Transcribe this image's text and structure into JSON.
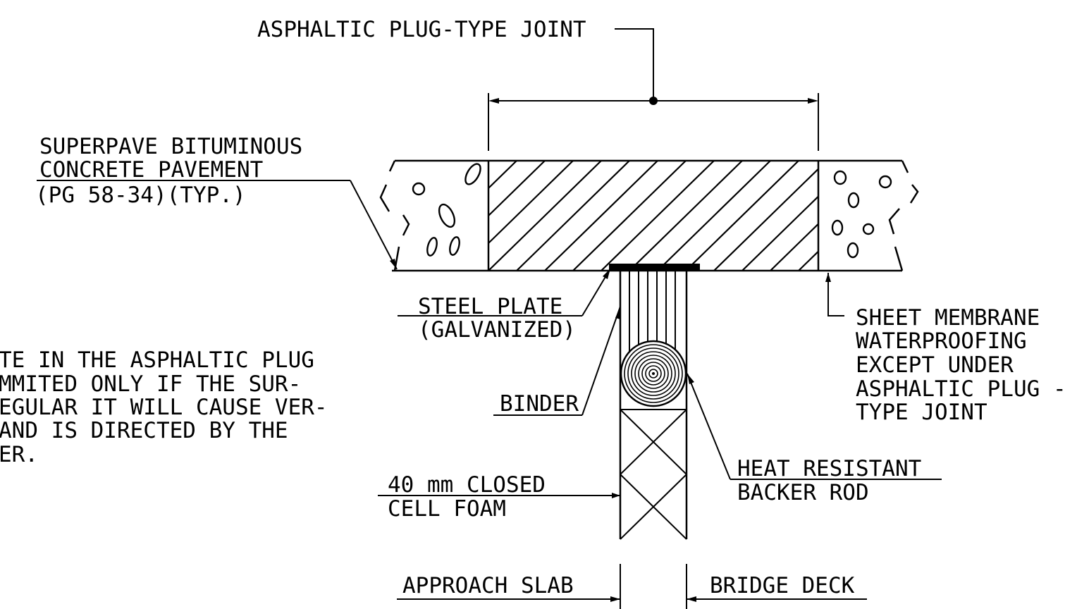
{
  "labels": {
    "joint_title": "ASPHALTIC PLUG-TYPE JOINT",
    "pavement_line1": "SUPERPAVE BITUMINOUS",
    "pavement_line2": "CONCRETE PAVEMENT",
    "pavement_line3": "(PG 58-34)(TYP.)",
    "steel_plate_line1": "STEEL PLATE",
    "steel_plate_line2": "(GALVANIZED)",
    "binder": "BINDER",
    "foam_line1": "40 mm CLOSED",
    "foam_line2": "CELL FOAM",
    "membrane_line1": "SHEET MEMBRANE",
    "membrane_line2": "WATERPROOFING",
    "membrane_line3": "EXCEPT UNDER",
    "membrane_line4": "ASPHALTIC PLUG -",
    "membrane_line5": "TYPE JOINT",
    "backer_line1": "HEAT RESISTANT",
    "backer_line2": "BACKER ROD",
    "approach_slab": "APPROACH SLAB",
    "bridge_deck": "BRIDGE DECK"
  },
  "note": {
    "line1": "TE IN THE ASPHALTIC PLUG",
    "line2": "MMITED ONLY IF THE SUR-",
    "line3": "EGULAR IT WILL CAUSE VER-",
    "line4": " AND IS DIRECTED BY THE",
    "line5": "ER."
  }
}
